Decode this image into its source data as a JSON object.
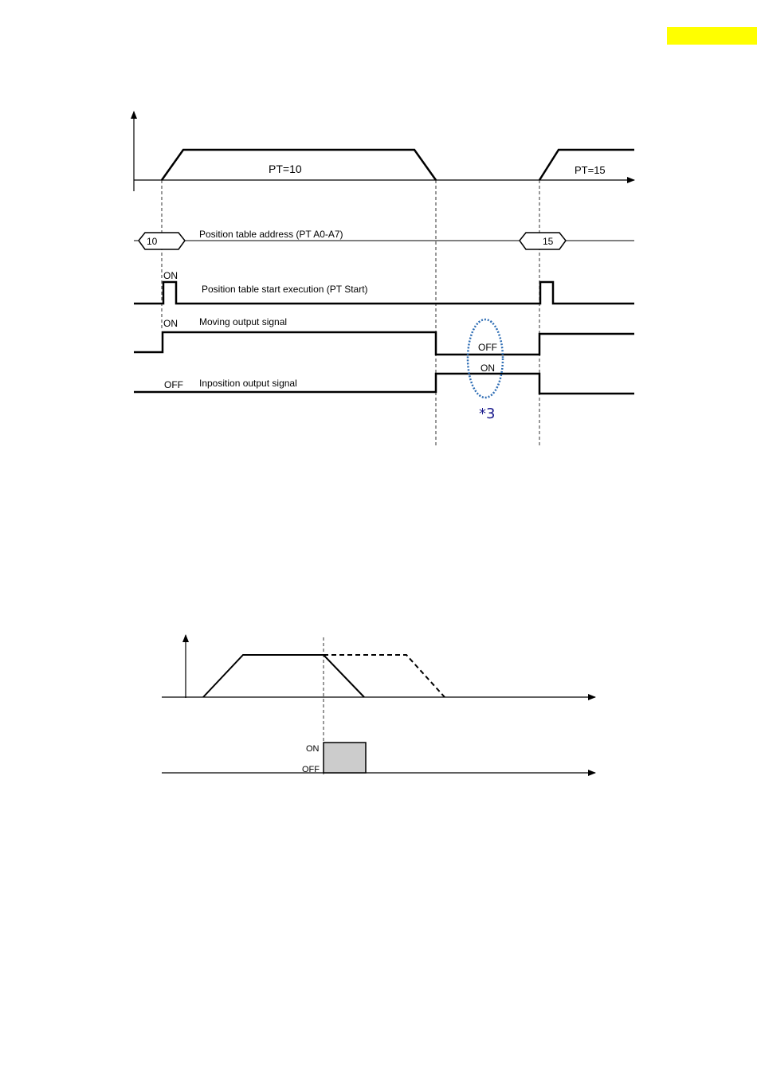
{
  "colors": {
    "tab": "#ffff00",
    "line": "#000000",
    "highlight": "#2e6db4",
    "note": "#1a1a8c",
    "pulse_fill": "#cccccc"
  },
  "diagram1": {
    "profile_1_label": "PT=10",
    "profile_2_label": "PT=15",
    "address_label": "Position table address (PT A0-A7)",
    "address_value_1": "10",
    "address_value_2": "15",
    "start_on_label": "ON",
    "start_label": "Position table start execution (PT Start)",
    "moving_on_label": "ON",
    "moving_label": "Moving output signal",
    "moving_off_label": "OFF",
    "inpos_on_label": "ON",
    "inpos_off_label": "OFF",
    "inpos_label": "Inposition output signal",
    "note_mark": "*3"
  },
  "diagram2": {
    "on_label": "ON",
    "off_label": "OFF"
  }
}
